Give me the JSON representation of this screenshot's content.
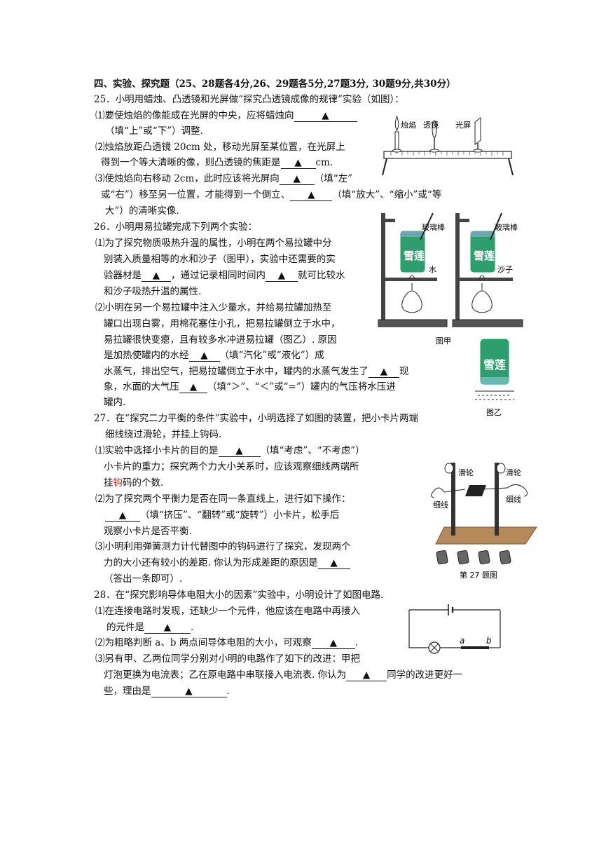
{
  "section": {
    "title": "四、实验、探究题（25、28题各4分,26、29题各5分,27题3分, 30题9分,共30分）"
  },
  "blank_mark": "▲",
  "q25": {
    "stem": "25．小明用蜡烛、凸透镜和光屏做“探究凸透镜成像的规律”实验（如图）：",
    "p1a": "⑴要使烛焰的像能成在光屏的中央，应将蜡烛向",
    "p1b": "（填“上”或“下”）调整.",
    "p2a": "⑵烛焰放距凸透镜 20cm 处，移动光屏至某位置，在光屏上",
    "p2b": "得到一个等大清晰的像，则凸透镜的焦距是",
    "p2c": "cm.",
    "p3a": "⑶使烛焰向右移动 2cm，此时应该将光屏向",
    "p3b": "（填“左”",
    "p3c": "或“右”）移至另一位置，才能得到一个倒立、",
    "p3d": "（填“放大”、“缩小”或“等",
    "p3e": "大”）的清晰实像.",
    "fig_labels": {
      "candle": "烛焰",
      "lens": "透镜",
      "screen": "光屏"
    }
  },
  "q26": {
    "stem": "26．小明用易拉罐完成下列两个实验：",
    "p1a": "⑴为了探究物质吸热升温的属性，小明在两个易拉罐中分",
    "p1b": "别装入质量相等的水和沙子（图甲），实验中还需要的实",
    "p1c": "验器材是",
    "p1d": "，通过记录相同时间内",
    "p1e": "就可比较水",
    "p1f": "和沙子吸热升温的属性.",
    "p2a": "⑵小明在另一个易拉罐中注入少量水，并给易拉罐加热至",
    "p2b": "罐口出现白雾，用棉花塞住小孔，把易拉罐倒立于水中，",
    "p2c": "易拉罐很快变瘪，且有较多水冲进易拉罐（图乙）. 原因",
    "p2d": "是加热使罐内的水经",
    "p2e": "（填“汽化”或“液化”）成",
    "p2f": "水蒸气，排出空气，把易拉罐倒立于水中，罐内的水蒸气发生了",
    "p2g": "现",
    "p2h": "象，水面的大气压",
    "p2i": "（填“＞”、“＜”或“=”）罐内的气压将水压进",
    "p2j": "罐内.",
    "fig_labels": {
      "rod1": "玻璃棒",
      "rod2": "玻璃棒",
      "water": "水",
      "sand": "沙子",
      "can_text": "雪莲",
      "fig_a": "图甲",
      "fig_b": "图乙"
    }
  },
  "q27": {
    "stem1": "27．在“探究二力平衡的条件”实验中，小明选择了如图的装置，把小卡片两端",
    "stem2": "细线绕过滑轮，并挂上钩码.",
    "p1a": "⑴实验中选择小卡片的目的是",
    "p1b": "（填“考虑”、“不考虑”）",
    "p1c": "小卡片的重力；探究两个力大小关系时，应该观察细线两端所",
    "p1d_pre": "挂",
    "p1d_red": "钩",
    "p1d_post": "码的个数.",
    "p2a": "⑵为了探究两个平衡力是否在同一条直线上，进行如下操作：",
    "p2b": "（填“挤压”、“翻转”或“旋转”）小卡片，松手后",
    "p2c": "观察小卡片是否平衡.",
    "p3a": "⑶小明利用弹簧测力计代替图中的钩码进行了探究，发现两个",
    "p3b": "力的大小还有较小的差距. 你认为形成差距的原因是",
    "p3c": "（答出一条即可）.",
    "fig_labels": {
      "pulley_l": "滑轮",
      "pulley_r": "滑轮",
      "string_l": "细线",
      "string_r": "细线",
      "caption": "第 27 题图"
    }
  },
  "q28": {
    "stem": "28．在“探究影响导体电阻大小的因素”实验中，小明设计了如图电路.",
    "p1a": "⑴在连接电路时发现，还缺少一个元件，他应该在电路中再接入",
    "p1b": "的元件是",
    "p2a": "⑵为粗略判断 a、b 两点间导体电阻的大小，可观察",
    "p3a": "⑶另有甲、乙两位同学分别对小明的电路作了如下的改进：甲把",
    "p3b": "灯泡更换为电流表；乙在原电路中串联接入电流表. 你认为",
    "p3c": "同学的改进更好一",
    "p3d": "些，理由是",
    "fig_labels": {
      "a": "a",
      "b": "b"
    }
  }
}
